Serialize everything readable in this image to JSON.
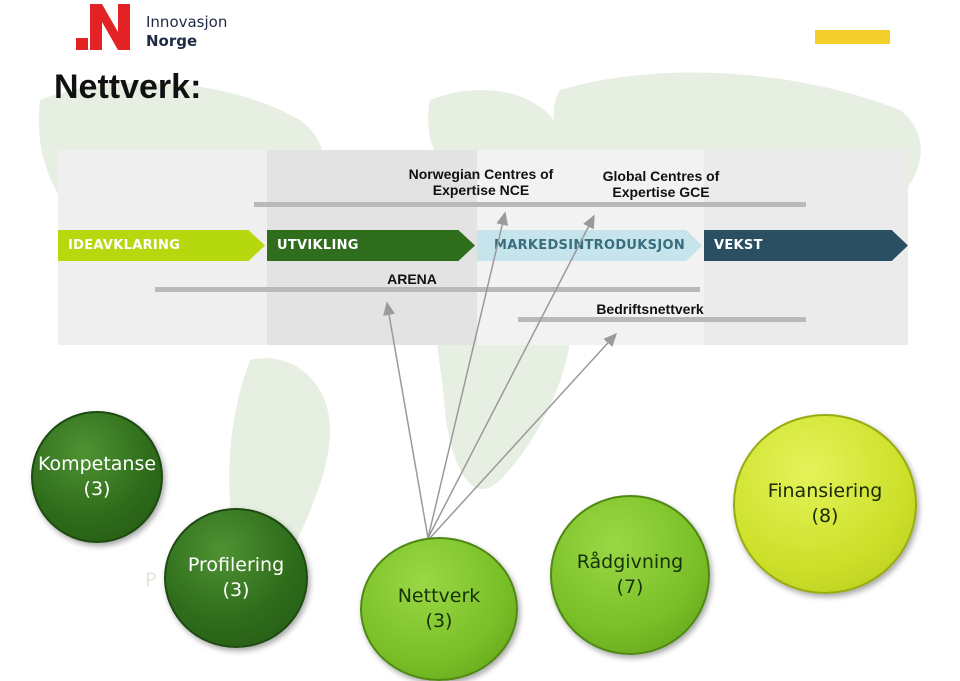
{
  "brand": {
    "line1": "Innovasjon",
    "line2": "Norge",
    "red": "#e32226",
    "yellow": "#f2cf2a"
  },
  "page": {
    "title": "Nettverk:"
  },
  "timeline": {
    "stages": [
      "IDEAVKLARING",
      "UTVIKLING",
      "MARKEDSINTRODUKSJON",
      "VEKST"
    ],
    "bars": {
      "nce": "Norwegian Centres of Expertise NCE",
      "gce": "Global Centres of Expertise GCE",
      "arena": "ARENA",
      "bedrift": "Bedriftsnettverk"
    }
  },
  "circles": {
    "kompetanse": {
      "label": "Kompetanse",
      "count": "(3)"
    },
    "profilering": {
      "label": "Profilering",
      "count": "(3)"
    },
    "nettverk": {
      "label": "Nettverk",
      "count": "(3)"
    },
    "radgivning": {
      "label": "Rådgivning",
      "count": "(7)"
    },
    "finansiering": {
      "label": "Finansiering",
      "count": "(8)"
    }
  },
  "ghost_text": "P"
}
